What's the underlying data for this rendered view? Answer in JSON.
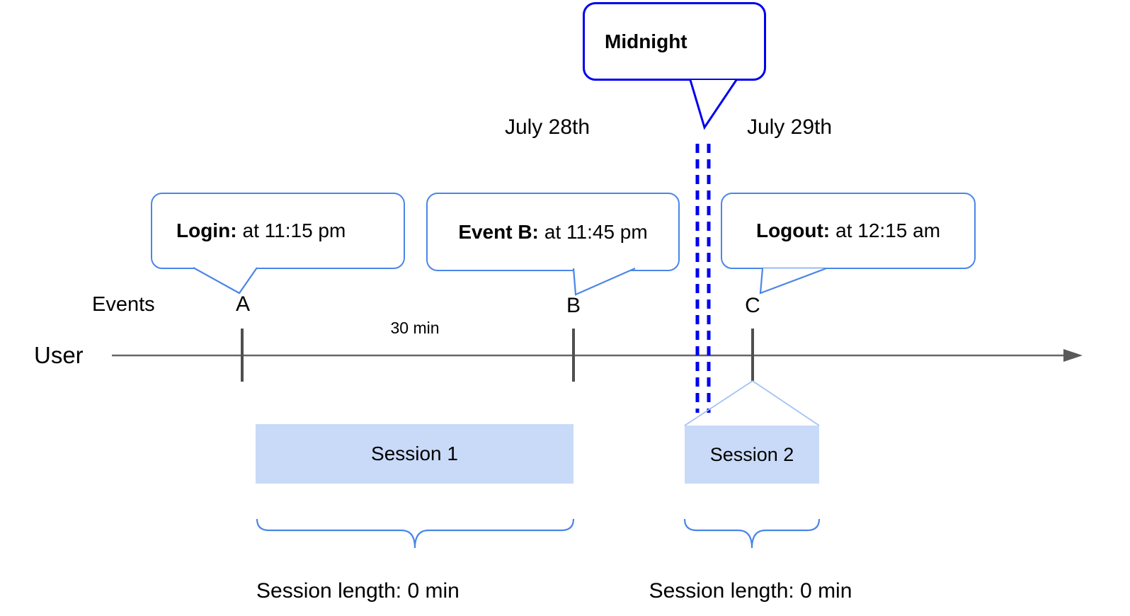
{
  "dates": {
    "left": "July 28th",
    "right": "July 29th"
  },
  "callouts": {
    "midnight": {
      "text": "Midnight"
    },
    "login": {
      "label": "Login:",
      "detail": "at 11:15 pm"
    },
    "event_b": {
      "label": "Event B:",
      "detail": "at 11:45 pm"
    },
    "logout": {
      "label": "Logout:",
      "detail": "at 12:15 am"
    }
  },
  "timeline": {
    "row_label": "User",
    "events_label": "Events",
    "marks": {
      "a": "A",
      "b": "B",
      "c": "C"
    },
    "interval_label": "30 min"
  },
  "sessions": {
    "one": {
      "name": "Session 1",
      "length_label": "Session length: 0 min"
    },
    "two": {
      "name": "Session 2",
      "length_label": "Session length: 0 min"
    }
  },
  "colors": {
    "callout_border": "#4a86e8",
    "midnight_border": "#0000ee",
    "midnight_dash": "#0000ee",
    "session_fill": "#c9daf8",
    "session_flare": "#a4c2f4",
    "brace": "#4a86e8",
    "axis_line": "#666666",
    "arrowhead": "#595959",
    "tick": "#4f4f4f",
    "text": "#000000"
  }
}
